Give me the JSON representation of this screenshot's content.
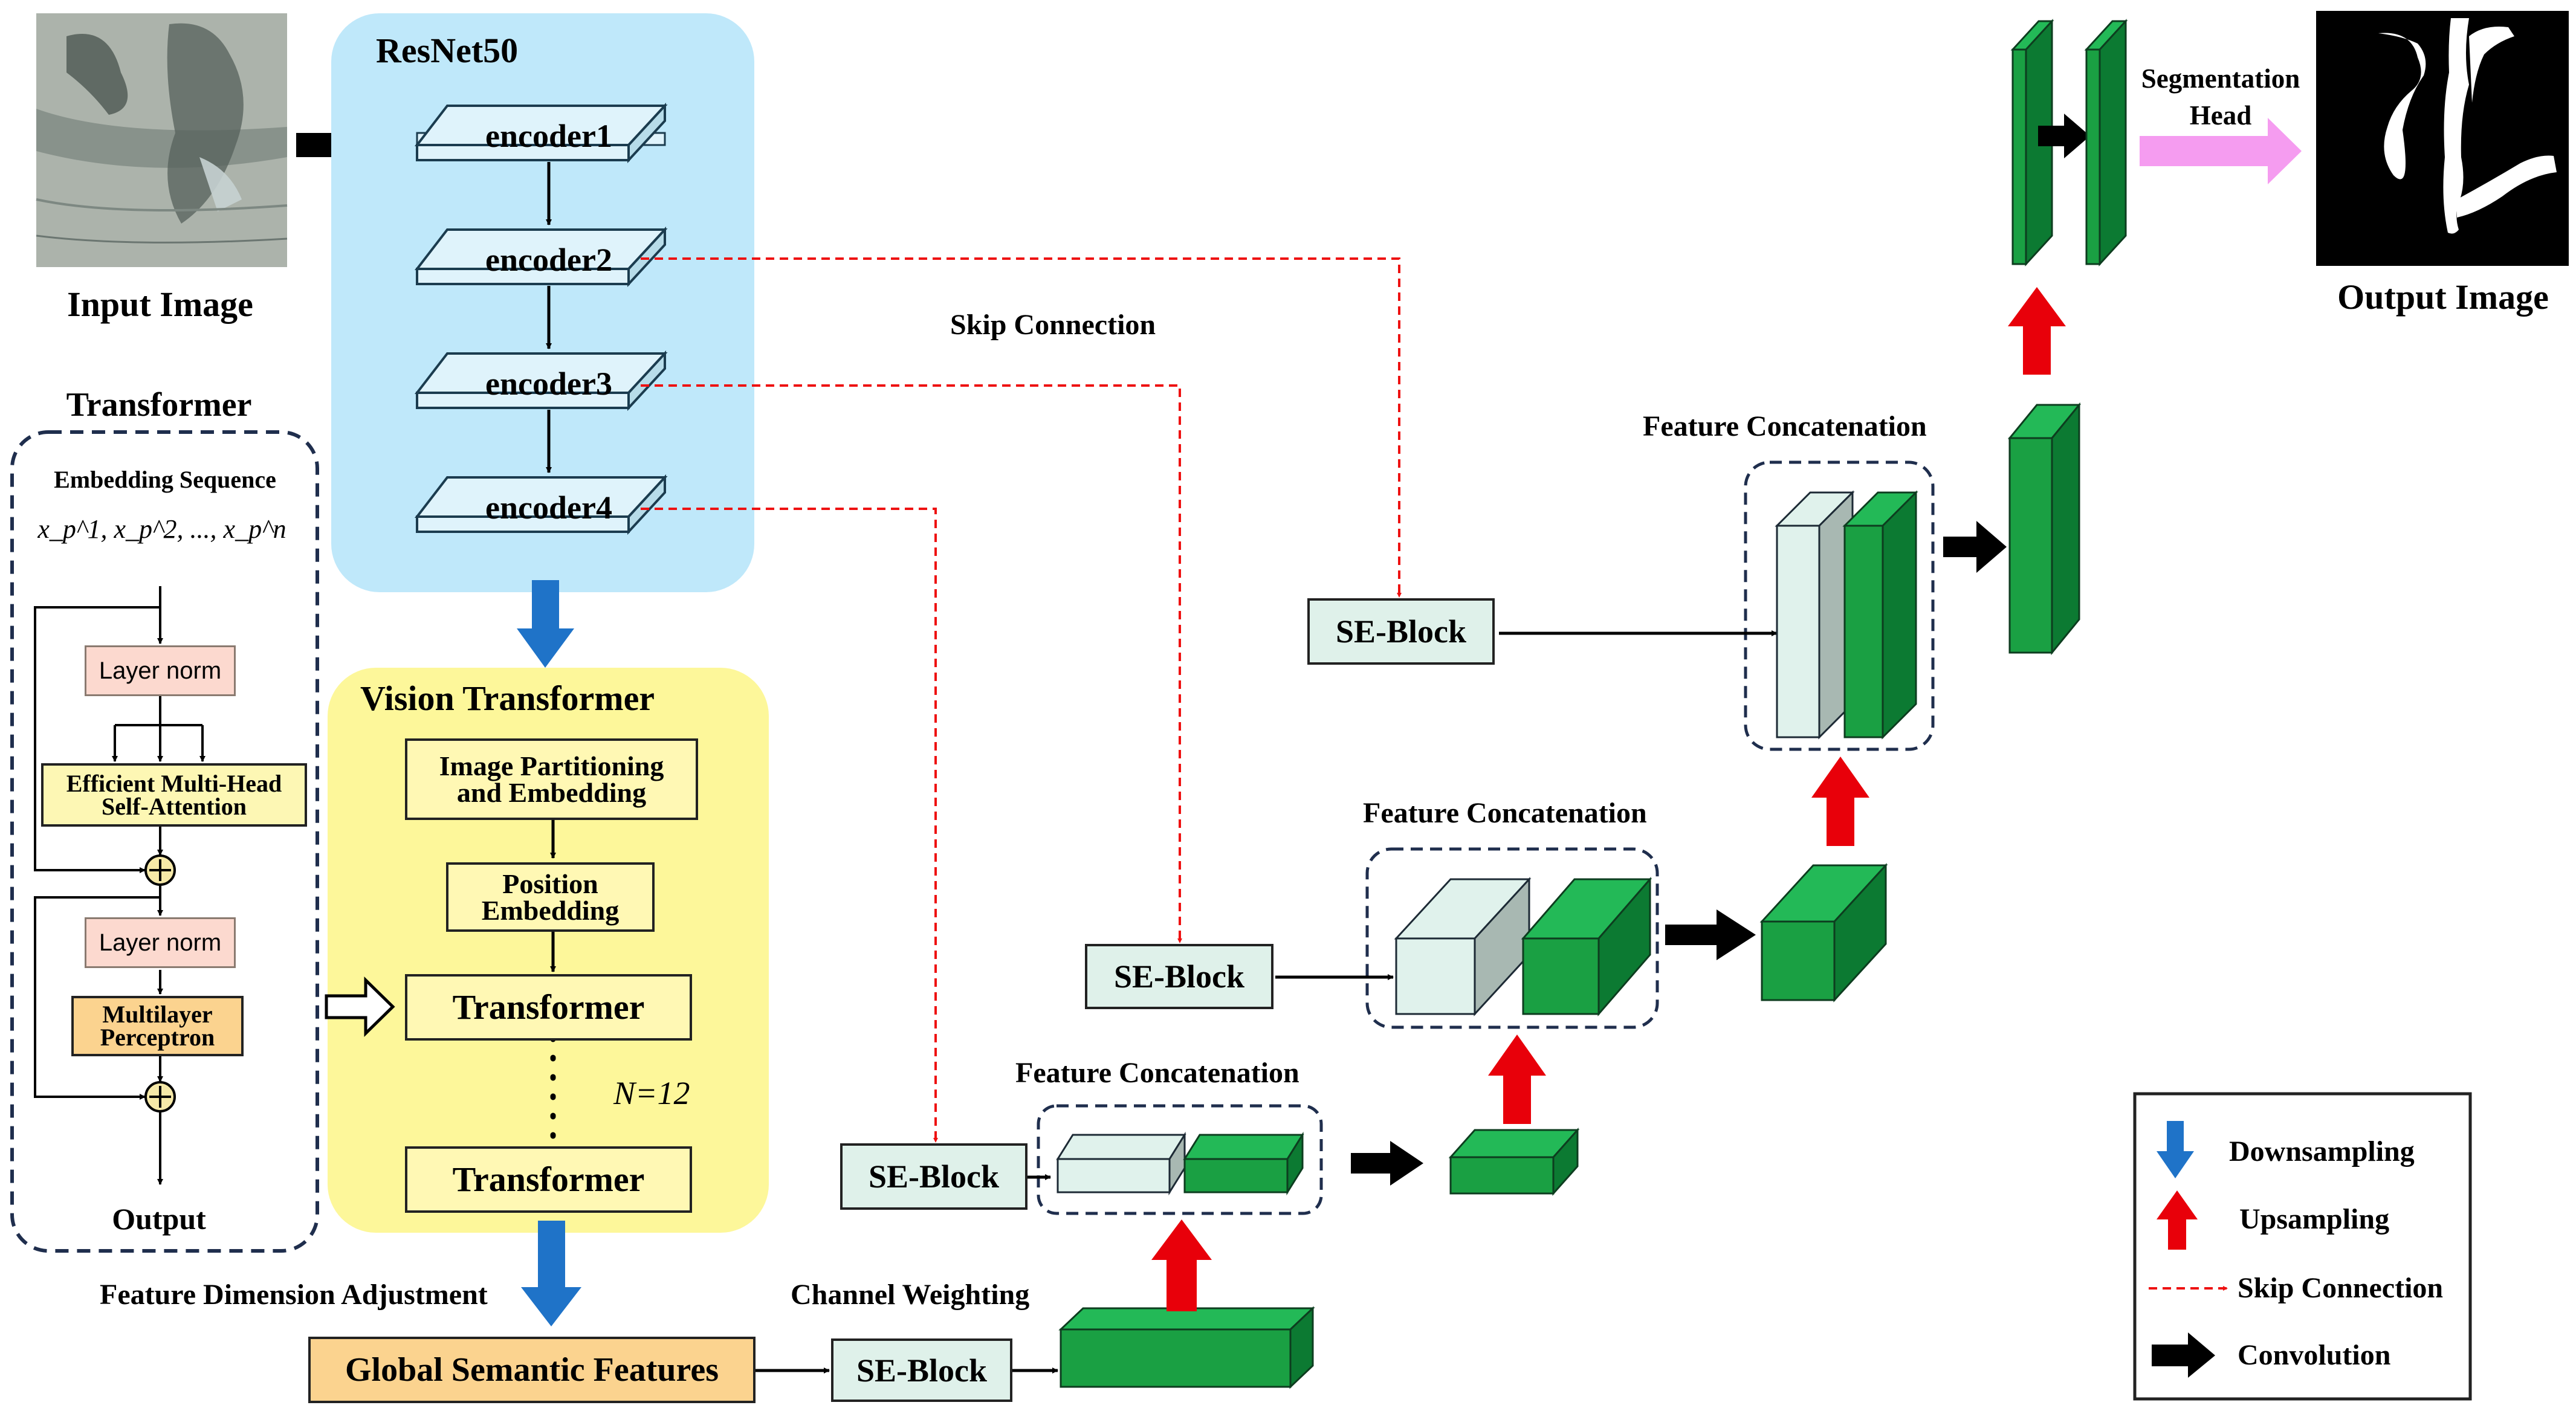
{
  "labels": {
    "input_image": "Input Image",
    "output_image": "Output Image",
    "resnet": "ResNet50",
    "encoders": [
      "encoder1",
      "encoder2",
      "encoder3",
      "encoder4"
    ],
    "skip_connection": "Skip Connection",
    "vision_transformer": "Vision Transformer",
    "image_partitioning": "Image Partitioning and Embedding",
    "position_embedding": "Position Embedding",
    "transformer_block": "Transformer",
    "n_equals": "N=12",
    "feature_dim_adjust": "Feature Dimension Adjustment",
    "global_semantic": "Global Semantic Features",
    "channel_weighting": "Channel Weighting",
    "se_block": "SE-Block",
    "feature_concat": "Feature Concatenation",
    "segmentation_head": "Segmentation Head"
  },
  "transformer_panel": {
    "title": "Transformer",
    "embedding_sequence": "Embedding Sequence",
    "embedding_formula": "x_p^1, x_p^2, ..., x_p^n",
    "layer_norm": "Layer norm",
    "attention": "Efficient Multi-Head Self-Attention",
    "mlp": "Multilayer Perceptron",
    "output": "Output"
  },
  "legend": [
    {
      "icon": "blue-down-arrow-icon",
      "label": "Downsampling"
    },
    {
      "icon": "red-up-arrow-icon",
      "label": "Upsampling"
    },
    {
      "icon": "red-dashed-arrow-icon",
      "label": "Skip Connection"
    },
    {
      "icon": "black-right-arrow-icon",
      "label": "Convolution"
    }
  ],
  "colors": {
    "resnet_bg": "#bfe8fa",
    "vit_bg": "#fdf79a",
    "encoder_fill": "#dff3fb",
    "se_fill": "#dff1ea",
    "global_fill": "#fbd38f",
    "green_front": "#1aa043",
    "green_top": "#23b957",
    "green_side": "#0c7a32",
    "pale_front": "#e0f2ec",
    "pale_side": "#a8b8b2",
    "downsample_arrow": "#1f73c8",
    "upsample_arrow": "#e8000a",
    "skip_line": "#ee1111",
    "seg_head_arrow": "#f59cf0",
    "layer_norm_fill": "#fcd9cf",
    "attention_fill": "#fdf7b4",
    "mlp_fill": "#fbd38f",
    "plus_fill": "#f6e9a8"
  }
}
